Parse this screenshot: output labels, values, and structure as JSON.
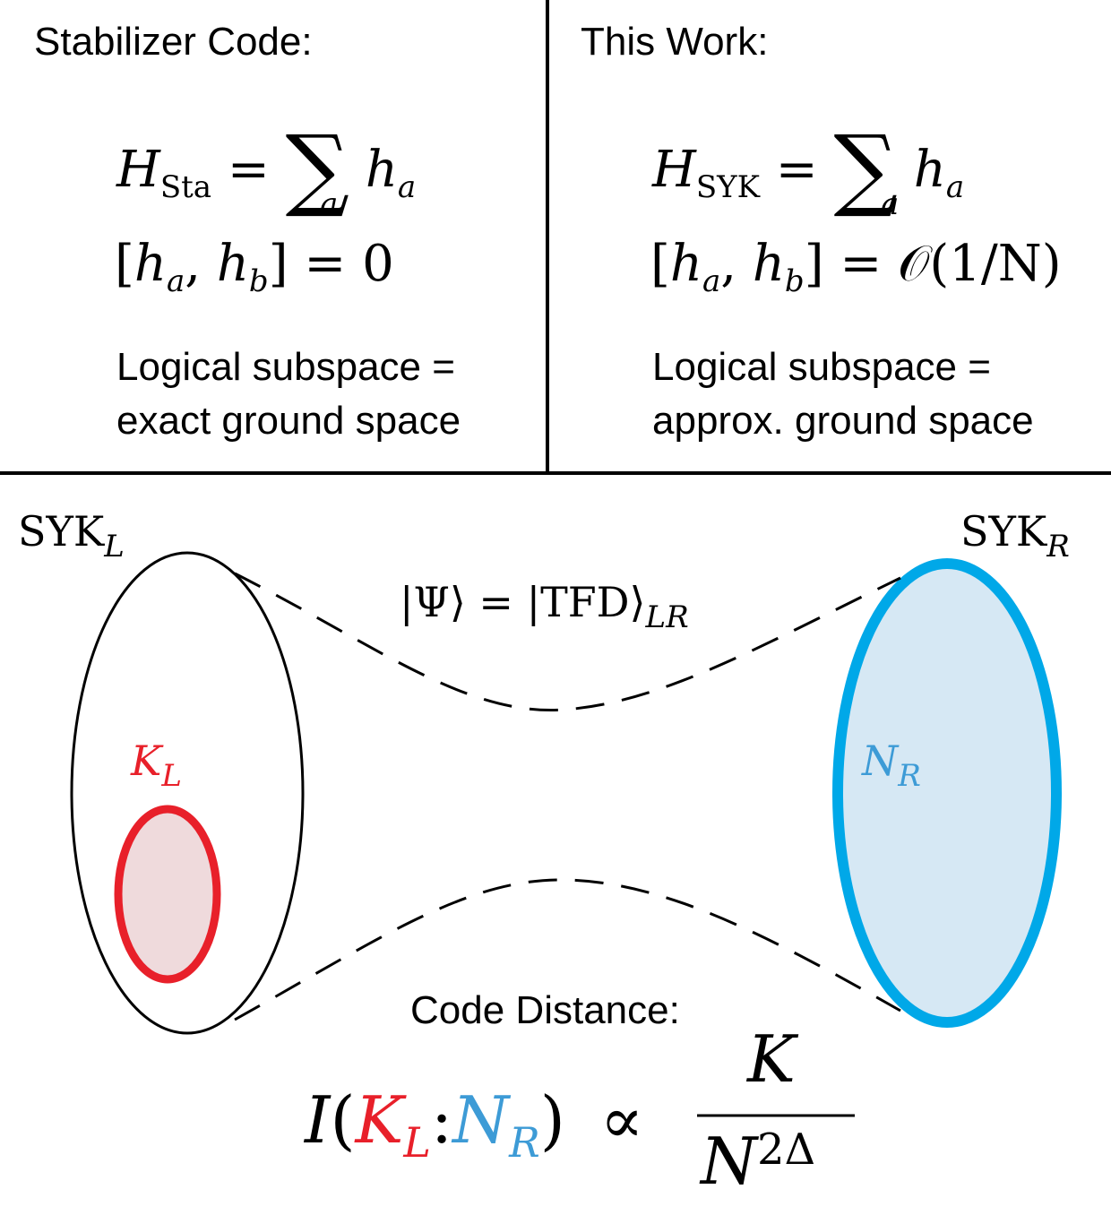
{
  "panels": {
    "left": {
      "heading": "Stabilizer Code:",
      "hamiltonian": {
        "lhs": "H",
        "lhs_sub": "Sta",
        "eq": "=",
        "sum": "∑",
        "sum_index": "a",
        "term": "h",
        "term_sub": "a"
      },
      "commutator": {
        "open": "[",
        "h1": "h",
        "h1_sub": "a",
        "comma": ",",
        "h2": "h",
        "h2_sub": "b",
        "close": "]",
        "rhs": "= 0"
      },
      "logical_line1": "Logical subspace =",
      "logical_line2": "exact ground space"
    },
    "right": {
      "heading": "This Work:",
      "hamiltonian": {
        "lhs": "H",
        "lhs_sub": "SYK",
        "eq": "=",
        "sum": "∑",
        "sum_index": "a",
        "term": "h",
        "term_sub": "a"
      },
      "commutator": {
        "open": "[",
        "h1": "h",
        "h1_sub": "a",
        "comma": ",",
        "h2": "h",
        "h2_sub": "b",
        "close": "]",
        "rhs": "= 𝒪(1/N)"
      },
      "logical_line1": "Logical subspace =",
      "logical_line2": "approx. ground space"
    }
  },
  "diagram": {
    "left_system": {
      "name": "SYK",
      "sub": "L"
    },
    "right_system": {
      "name": "SYK",
      "sub": "R"
    },
    "state": {
      "text": "|Ψ⟩ = |TFD⟩",
      "sub": "LR"
    },
    "left_subsystem": {
      "name": "K",
      "sub": "L"
    },
    "right_subsystem": {
      "name": "N",
      "sub": "R"
    },
    "code_distance_label": "Code Distance:",
    "formula": {
      "I": "I",
      "open": "(",
      "k": "K",
      "k_sub": "L",
      "colon": ":",
      "n": "N",
      "n_sub": "R",
      "close": ")",
      "propto": "∝",
      "numerator": "K",
      "denominator": "N",
      "exponent": "2Δ"
    },
    "colors": {
      "red_stroke": "#e8202a",
      "red_fill": "#efdadc",
      "blue_stroke": "#00a8e8",
      "blue_fill": "#d6e8f4",
      "blue_text": "#3d9bd6"
    }
  }
}
